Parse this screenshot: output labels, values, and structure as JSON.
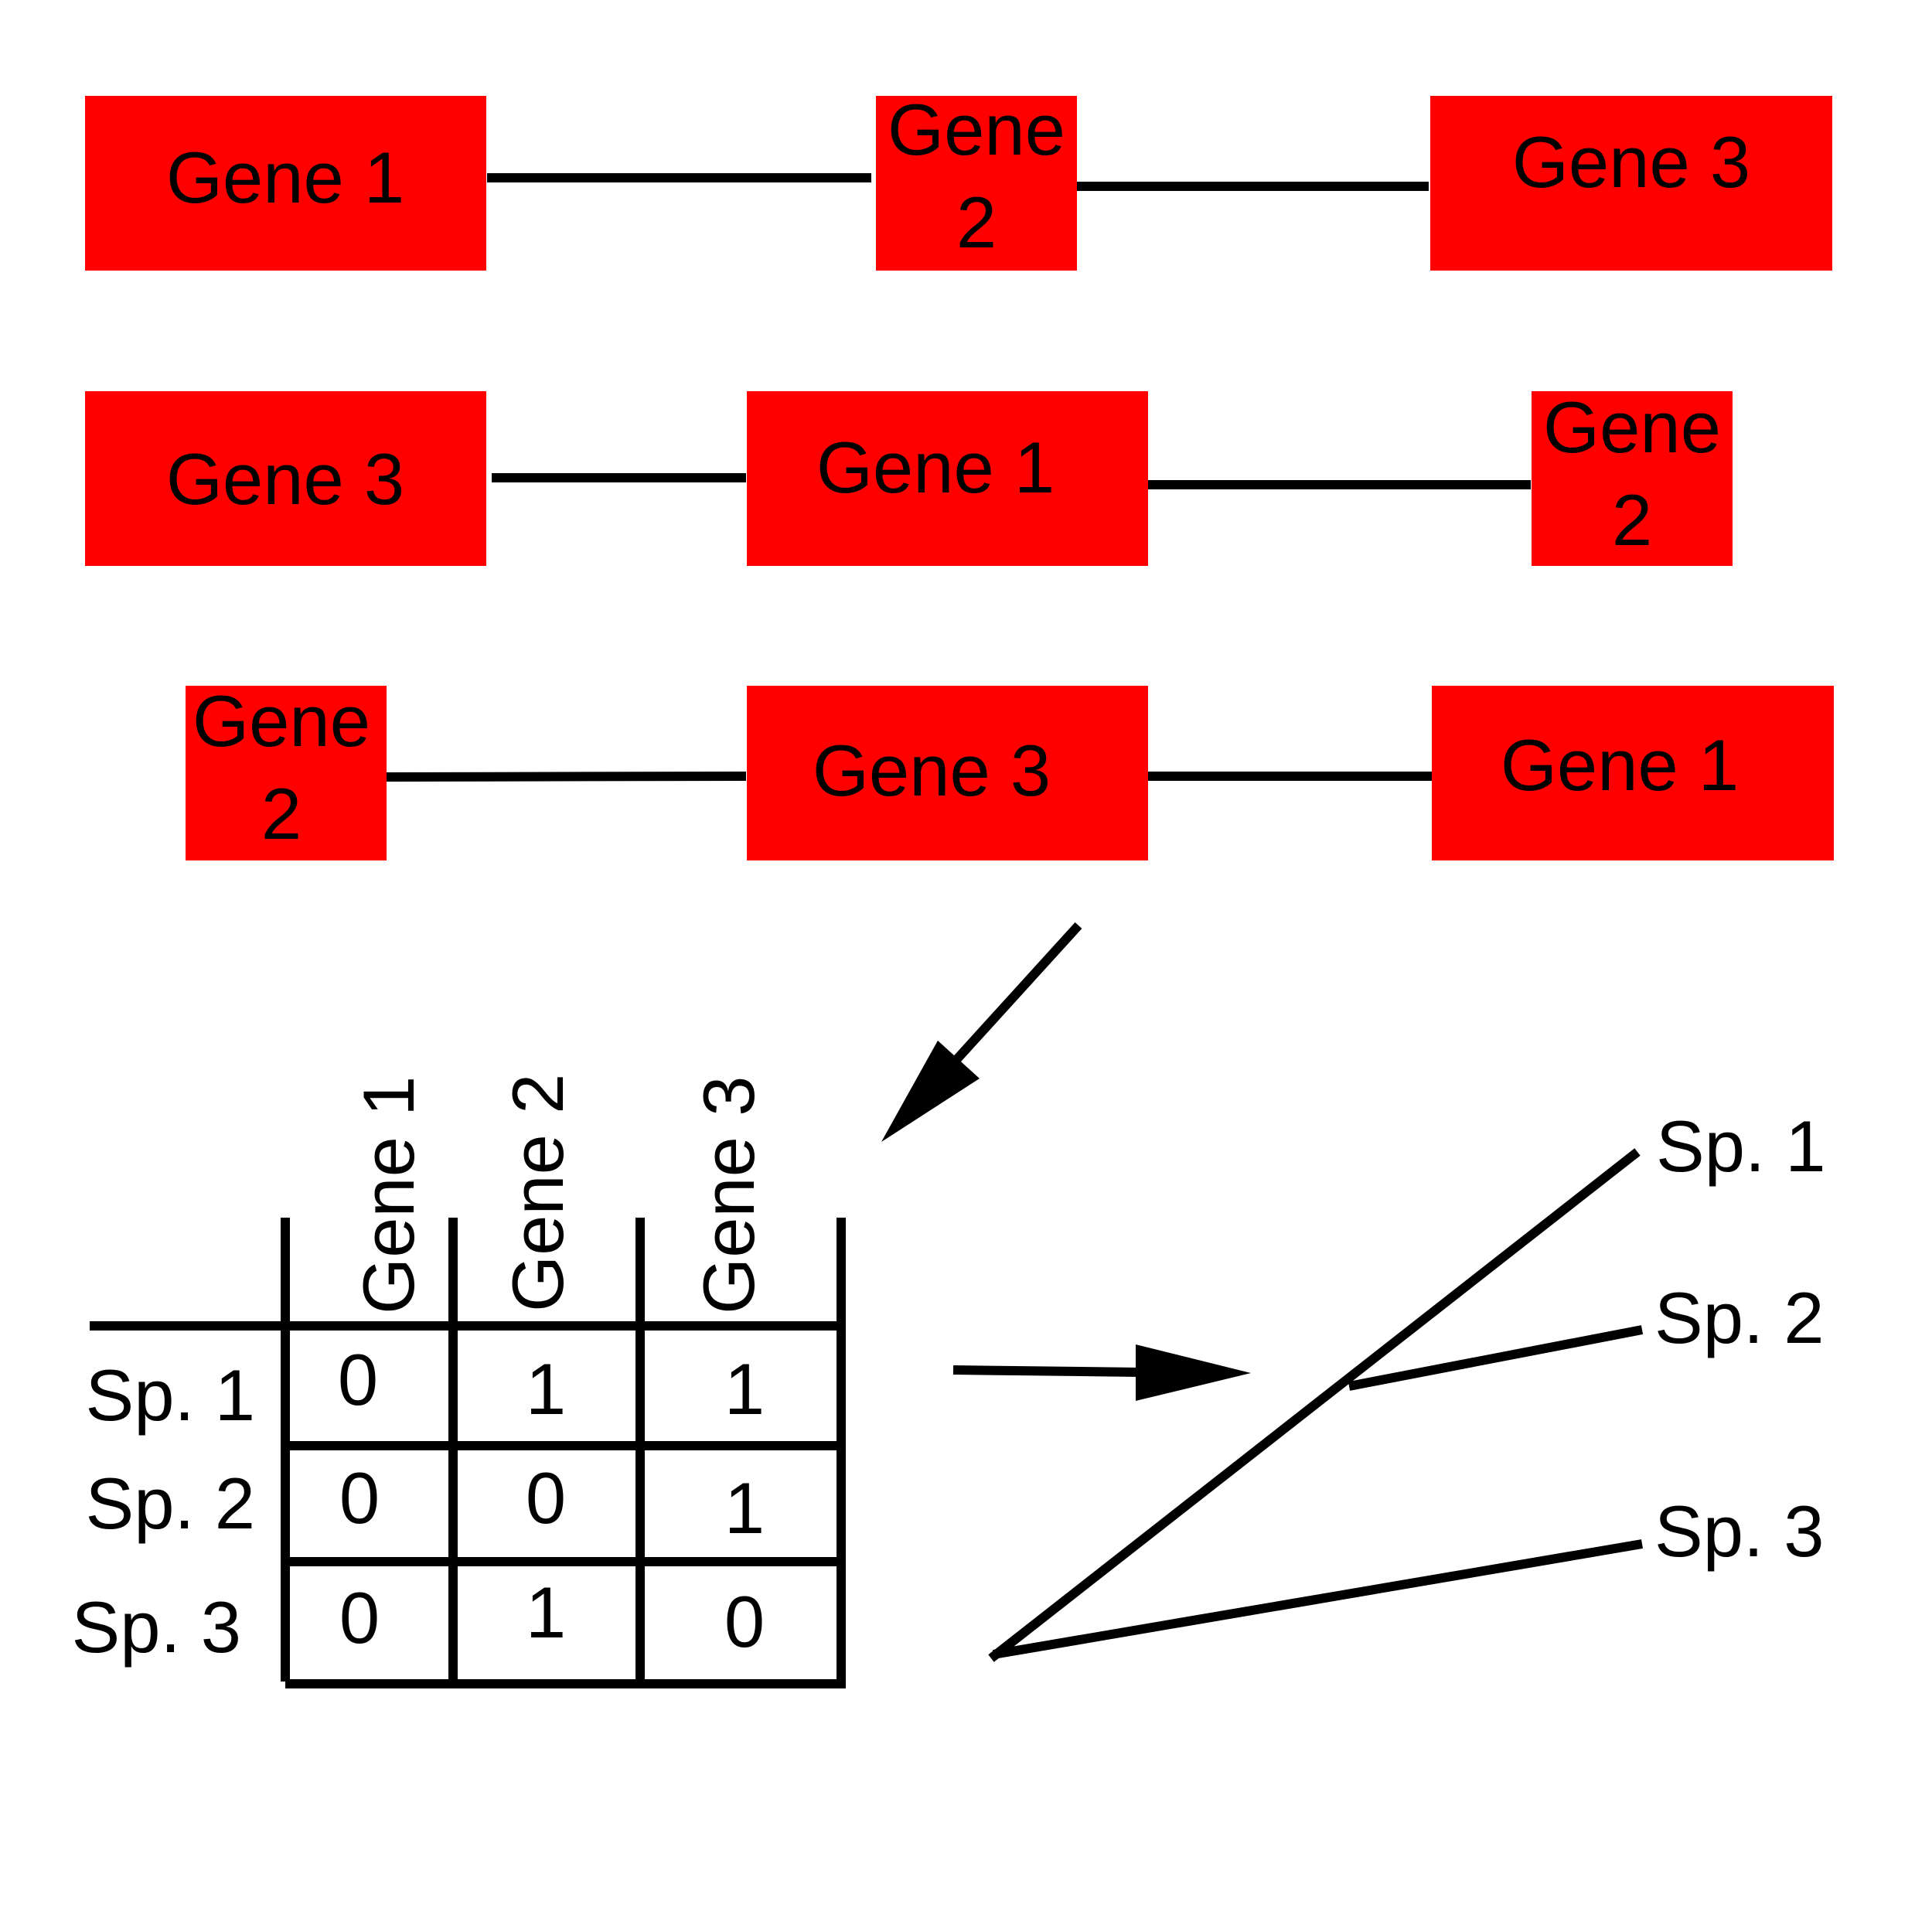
{
  "colors": {
    "gene_box": "#ff0000",
    "line": "#000000",
    "background": "#ffffff"
  },
  "gene_rows": [
    [
      "Gene 1",
      "Gene 2",
      "Gene 3"
    ],
    [
      "Gene 3",
      "Gene 1",
      "Gene 2"
    ],
    [
      "Gene 2",
      "Gene 3",
      "Gene 1"
    ]
  ],
  "matrix": {
    "columns": [
      "Gene 1",
      "Gene 2",
      "Gene 3"
    ],
    "rows": [
      {
        "label": "Sp. 1",
        "values": [
          "0",
          "1",
          "1"
        ]
      },
      {
        "label": "Sp. 2",
        "values": [
          "0",
          "0",
          "1"
        ]
      },
      {
        "label": "Sp. 3",
        "values": [
          "0",
          "1",
          "0"
        ]
      }
    ]
  },
  "tree": {
    "leaves": [
      "Sp. 1",
      "Sp. 2",
      "Sp. 3"
    ]
  }
}
